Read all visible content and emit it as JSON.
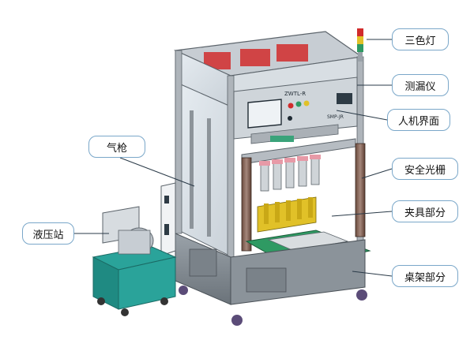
{
  "labels": {
    "tri_color_light": "三色灯",
    "leak_tester": "测漏仪",
    "hmi": "人机界面",
    "safety_light_curtain": "安全光栅",
    "fixture_section": "夹具部分",
    "table_frame_section": "桌架部分",
    "air_gun": "气枪",
    "hydraulic_station": "液压站"
  },
  "machine_panel": {
    "top_text": "ZWTL-R",
    "hmi_tag": "SMP-JR"
  },
  "colors": {
    "frame": "#b9bec4",
    "frame_dark": "#6f757b",
    "base": "#7e868d",
    "red_parts": "#d12b2b",
    "green_plate": "#2f9a63",
    "yellow_fixture": "#e1c128",
    "hydraulic_tank": "#2aa39a",
    "callout_border": "#7aa7c9",
    "callout_line": "#2a3a48"
  }
}
